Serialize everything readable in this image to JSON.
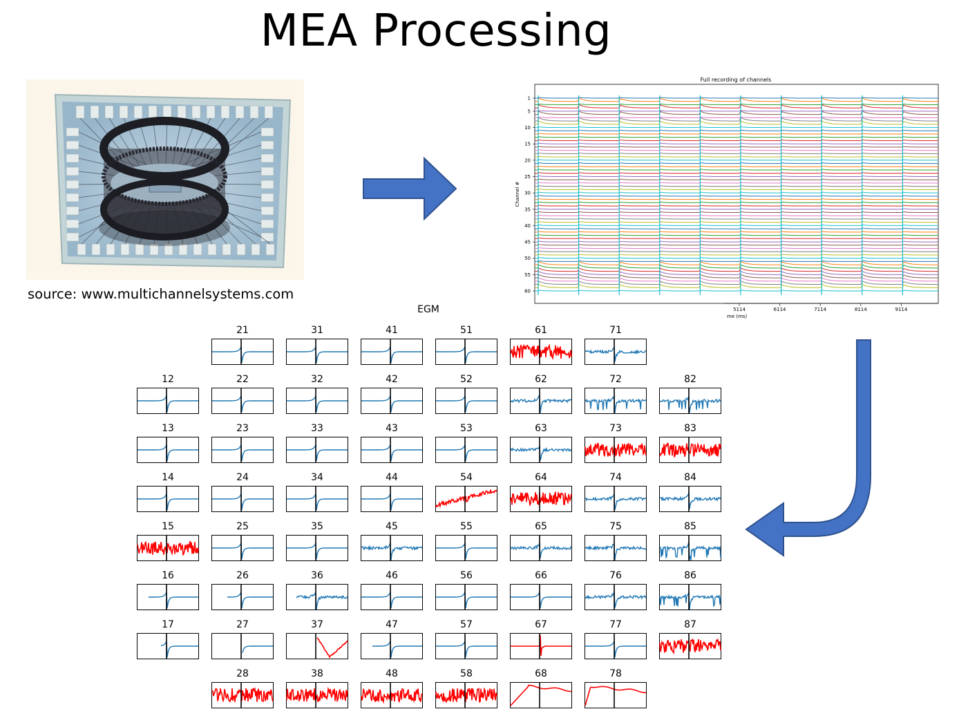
{
  "slide": {
    "title": "MEA Processing",
    "source_caption": "source: www.multichannelsystems.com"
  },
  "colors": {
    "arrow_fill": "#4472c4",
    "arrow_stroke": "#2f528f",
    "good_trace": "#1f77b4",
    "noisy_trace": "#ff0000",
    "marker": "#000000"
  },
  "icons": {
    "photo": "mea-chip-photo",
    "arrow1": "right-arrow-icon",
    "arrow2": "hook-arrow-icon"
  },
  "recording": {
    "title": "Full recording of channels",
    "ylabel": "Channel #",
    "xlabel": "me (ms)",
    "y_ticks": [
      "1",
      "5",
      "10",
      "15",
      "20",
      "25",
      "30",
      "35",
      "40",
      "45",
      "50",
      "55",
      "60"
    ],
    "x_ticks": [
      "5114",
      "6114",
      "7114",
      "8114",
      "9114"
    ],
    "trace_colors": [
      "#1f77b4",
      "#ff7f0e",
      "#2ca02c",
      "#d62728",
      "#9467bd",
      "#8c564b",
      "#e377c2",
      "#7f7f7f",
      "#bcbd22",
      "#17becf"
    ]
  },
  "egm": {
    "title": "EGM",
    "cells": [
      {
        "label": "21",
        "noisy": false
      },
      {
        "label": "31",
        "noisy": false
      },
      {
        "label": "41",
        "noisy": false
      },
      {
        "label": "51",
        "noisy": false
      },
      {
        "label": "61",
        "noisy": true
      },
      {
        "label": "71",
        "noisy": false
      },
      {
        "label": "12",
        "noisy": false
      },
      {
        "label": "22",
        "noisy": false
      },
      {
        "label": "32",
        "noisy": false
      },
      {
        "label": "42",
        "noisy": false
      },
      {
        "label": "52",
        "noisy": false
      },
      {
        "label": "62",
        "noisy": false
      },
      {
        "label": "72",
        "noisy": false
      },
      {
        "label": "82",
        "noisy": false
      },
      {
        "label": "13",
        "noisy": false
      },
      {
        "label": "23",
        "noisy": false
      },
      {
        "label": "33",
        "noisy": false
      },
      {
        "label": "43",
        "noisy": false
      },
      {
        "label": "53",
        "noisy": false
      },
      {
        "label": "63",
        "noisy": false
      },
      {
        "label": "73",
        "noisy": true
      },
      {
        "label": "83",
        "noisy": true
      },
      {
        "label": "14",
        "noisy": false
      },
      {
        "label": "24",
        "noisy": false
      },
      {
        "label": "34",
        "noisy": false
      },
      {
        "label": "44",
        "noisy": false
      },
      {
        "label": "54",
        "noisy": true
      },
      {
        "label": "64",
        "noisy": true
      },
      {
        "label": "74",
        "noisy": false
      },
      {
        "label": "84",
        "noisy": false
      },
      {
        "label": "15",
        "noisy": true
      },
      {
        "label": "25",
        "noisy": false
      },
      {
        "label": "35",
        "noisy": false
      },
      {
        "label": "45",
        "noisy": false
      },
      {
        "label": "55",
        "noisy": false
      },
      {
        "label": "65",
        "noisy": false
      },
      {
        "label": "75",
        "noisy": false
      },
      {
        "label": "85",
        "noisy": false
      },
      {
        "label": "16",
        "noisy": false
      },
      {
        "label": "26",
        "noisy": false
      },
      {
        "label": "36",
        "noisy": false
      },
      {
        "label": "46",
        "noisy": false
      },
      {
        "label": "56",
        "noisy": false
      },
      {
        "label": "66",
        "noisy": false
      },
      {
        "label": "76",
        "noisy": false
      },
      {
        "label": "86",
        "noisy": false
      },
      {
        "label": "17",
        "noisy": false
      },
      {
        "label": "27",
        "noisy": false
      },
      {
        "label": "37",
        "noisy": true
      },
      {
        "label": "47",
        "noisy": false
      },
      {
        "label": "57",
        "noisy": false
      },
      {
        "label": "67",
        "noisy": true
      },
      {
        "label": "77",
        "noisy": false
      },
      {
        "label": "87",
        "noisy": true
      },
      {
        "label": "28",
        "noisy": true
      },
      {
        "label": "38",
        "noisy": true
      },
      {
        "label": "48",
        "noisy": true
      },
      {
        "label": "58",
        "noisy": true
      },
      {
        "label": "68",
        "noisy": true
      },
      {
        "label": "78",
        "noisy": true
      }
    ]
  }
}
